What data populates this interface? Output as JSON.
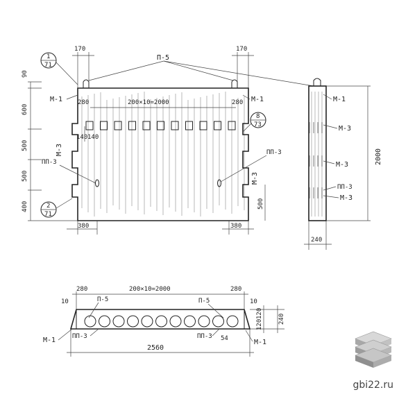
{
  "site": {
    "watermark": "gbi22.ru"
  },
  "front_view": {
    "top_offsets": [
      "170",
      "170"
    ],
    "top_left_dim": "90",
    "loop_label": "П-5",
    "marker_top_left": {
      "num": "1",
      "sheet": "71"
    },
    "marker_bottom_left": {
      "num": "2",
      "sheet": "71"
    },
    "marker_right": {
      "num": "8",
      "sheet": "73"
    },
    "m1_left": "М-1",
    "m1_right": "М-1",
    "edge_280_left": "280",
    "edge_280_right": "280",
    "hole_spacing": "200×10=2000",
    "dim_140_a": "140",
    "dim_140_b": "140",
    "m3_left": "М-3",
    "pp3_left": "ПП-3",
    "pp3_right": "ПП-3",
    "m3_right": "М-3",
    "left_dims": [
      "600",
      "500",
      "500",
      "400"
    ],
    "right_dim_500": "500",
    "bottom_left": "380",
    "bottom_right": "380"
  },
  "side_view": {
    "m1": "М-1",
    "m3_a": "М-3",
    "m3_b": "М-3",
    "pp3": "ПП-3",
    "m3_c": "М-3",
    "height": "2000",
    "width": "240"
  },
  "plan_view": {
    "edge_280_left": "280",
    "edge_280_right": "280",
    "hole_spacing": "200×10=2000",
    "dim_10_left": "10",
    "dim_10_right": "10",
    "loop_left": "П-5",
    "loop_right": "П-5",
    "dim_120_a": "120",
    "dim_120_b": "120",
    "dim_240": "240",
    "m1_left": "М-1",
    "pp3_left": "ПП-3",
    "pp3_right": "ПП-3",
    "dim_54": "54",
    "m1_right": "М-1",
    "length": "2560"
  }
}
